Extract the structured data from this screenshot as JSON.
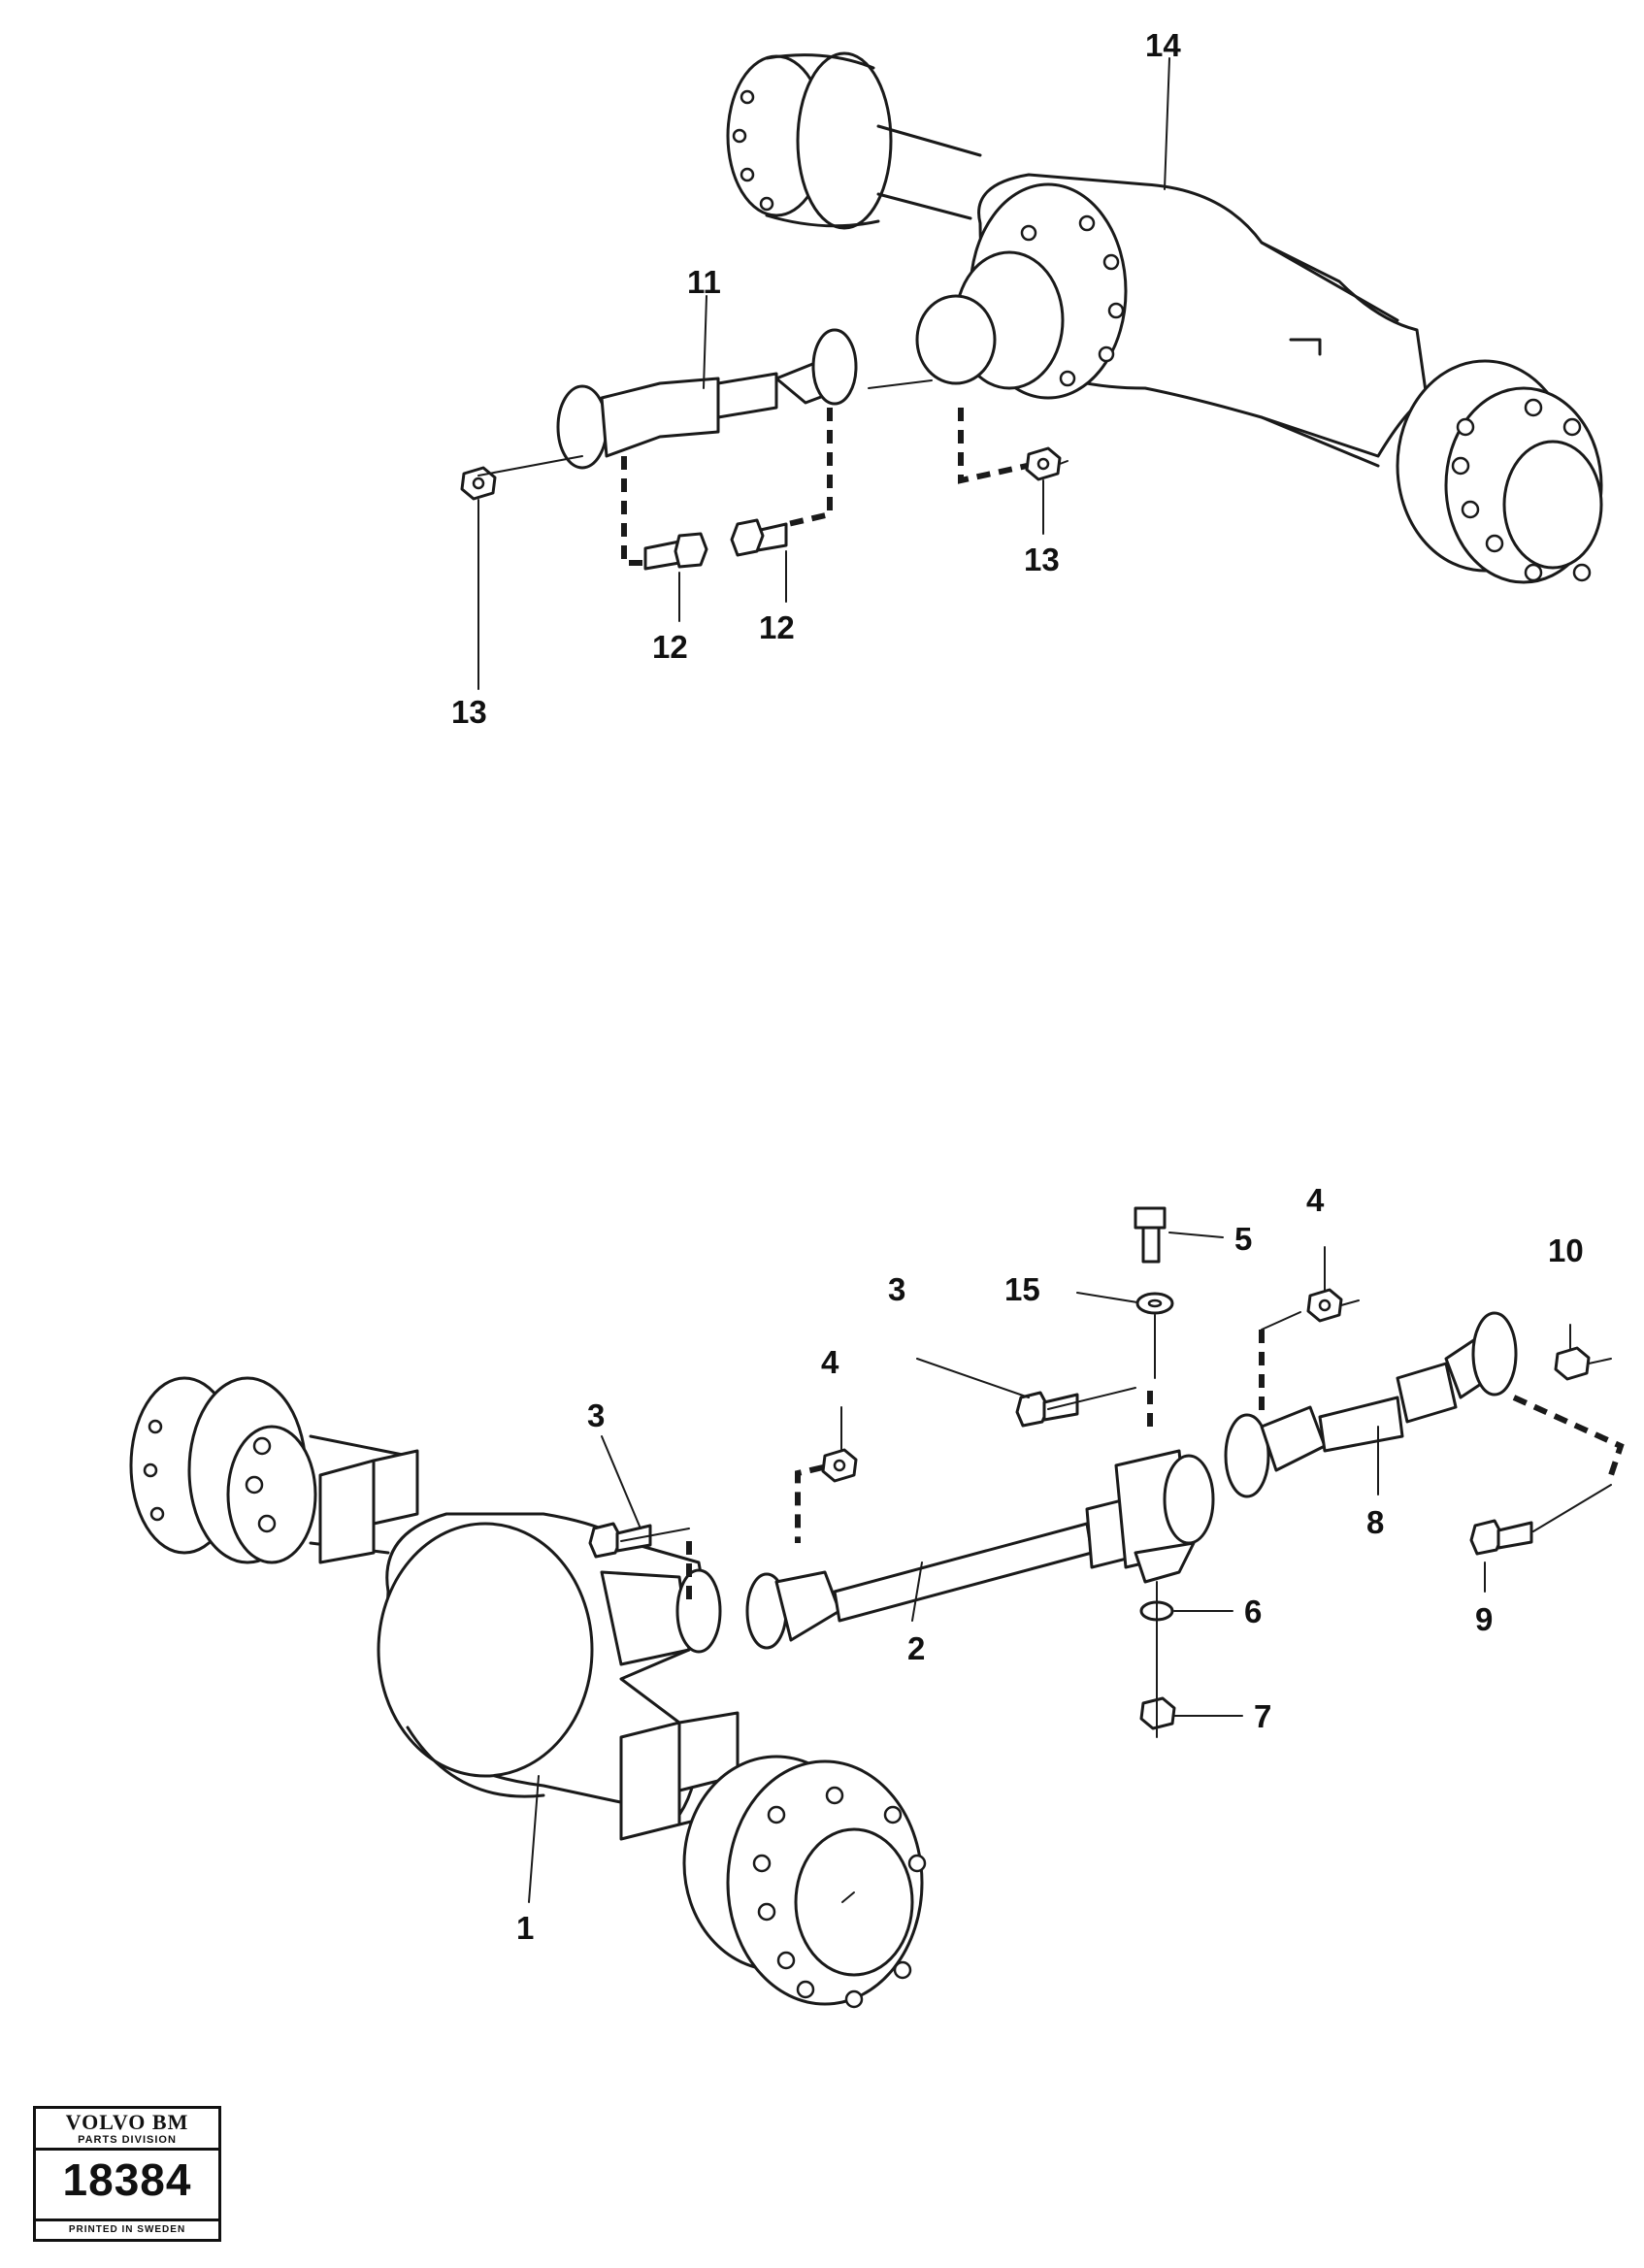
{
  "callouts": {
    "n1": "1",
    "n2": "2",
    "n3a": "3",
    "n3b": "3",
    "n4a": "4",
    "n4b": "4",
    "n5": "5",
    "n6": "6",
    "n7": "7",
    "n8": "8",
    "n9": "9",
    "n10": "10",
    "n11": "11",
    "n12a": "12",
    "n12b": "12",
    "n13a": "13",
    "n13b": "13",
    "n14": "14",
    "n15": "15"
  },
  "stamp": {
    "brand": "VOLVO BM",
    "division": "PARTS DIVISION",
    "code": "18384",
    "printed": "PRINTED IN SWEDEN"
  }
}
